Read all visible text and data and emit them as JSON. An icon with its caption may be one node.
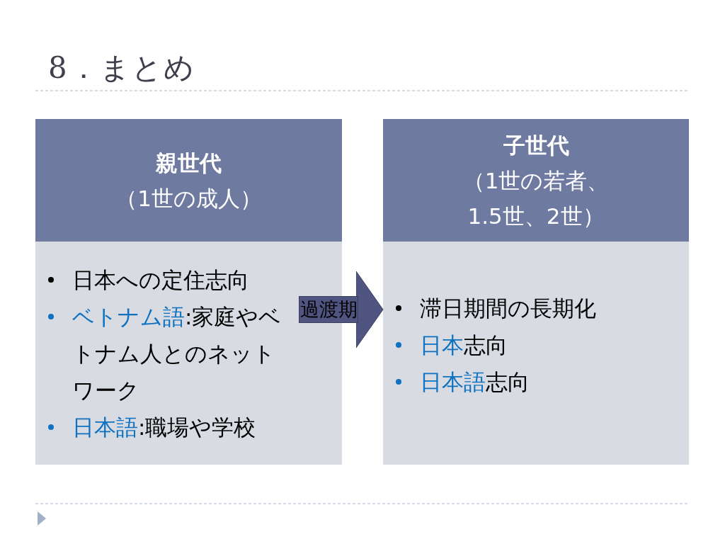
{
  "diagram": {
    "title": "8．まとめ",
    "nodes": [
      {
        "text": [
          "親世代",
          "（1世の成人）"
        ]
      },
      {
        "text": [
          "日本への定住志向",
          "**ベトナム語**:家庭やベトナム人とのネットワーク",
          "**日本語**:職場や学校"
        ]
      },
      {
        "text": [
          "子世代",
          "（1世の若者、1.5世、2世）"
        ]
      },
      {
        "text": [
          "滞日期間の長期化",
          "**日本**志向",
          "**日本語**志向"
        ]
      }
    ],
    "edges": [
      {
        "from": 1,
        "to": 3,
        "arrow": "to",
        "label": "過渡期"
      }
    ]
  }
}
